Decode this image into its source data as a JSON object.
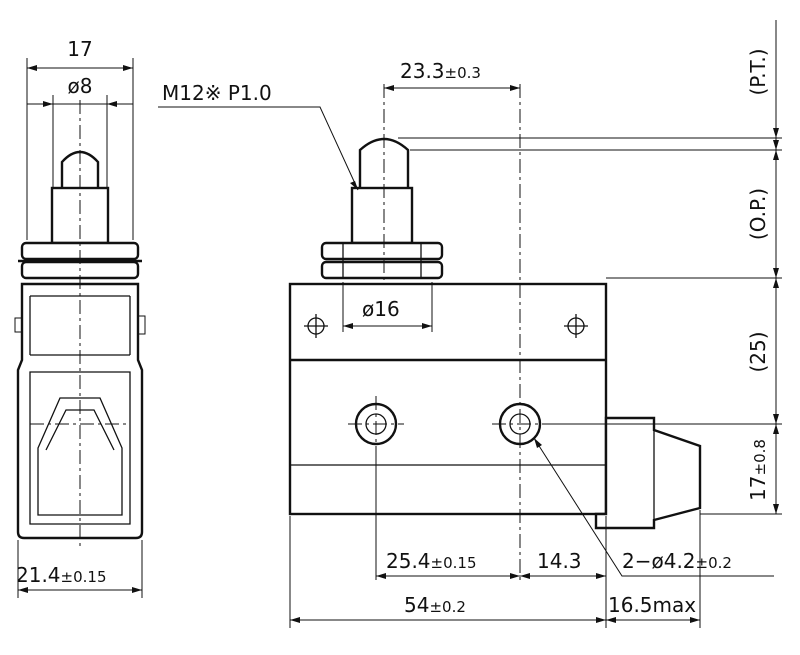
{
  "side_view": {
    "width_label": "17",
    "plunger_dia_label": "ø8",
    "base_width_value": "21.4",
    "base_width_tol": "±0.15"
  },
  "front_view": {
    "thread_label": "M12※ P1.0",
    "plunger_offset_value": "23.3",
    "plunger_offset_tol": "±0.3",
    "nut_dia_label": "ø16",
    "hole_spacing_value": "25.4",
    "hole_spacing_tol": "±0.15",
    "hole_to_end_label": "14.3",
    "hole_spec_prefix": "2−ø4.2",
    "hole_spec_tol": "±0.2",
    "body_length_value": "54",
    "body_length_tol": "±0.2",
    "overall_label": "16.5max"
  },
  "vertical_dims": {
    "pretravel_label": "(P.T.)",
    "operating_position_label": "(O.P.)",
    "body_height_label": "(25)",
    "hole_height_value": "17",
    "hole_height_tol": "±0.8"
  }
}
